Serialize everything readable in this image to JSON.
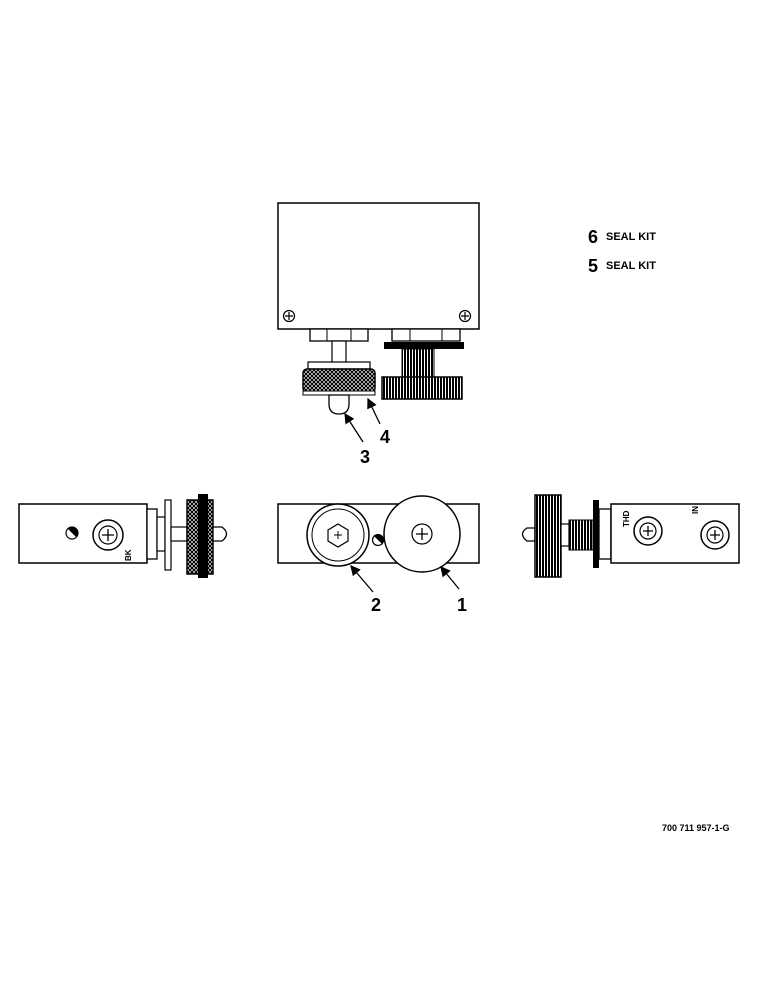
{
  "legend": [
    {
      "number": "6",
      "label": "SEAL KIT"
    },
    {
      "number": "5",
      "label": "SEAL KIT"
    }
  ],
  "callouts": {
    "item1": "1",
    "item2": "2",
    "item3": "3",
    "item4": "4"
  },
  "port_labels": {
    "left_side": "BK",
    "right_thd": "THD",
    "right_in": "IN"
  },
  "drawing_number": "700 711 957-1-G"
}
